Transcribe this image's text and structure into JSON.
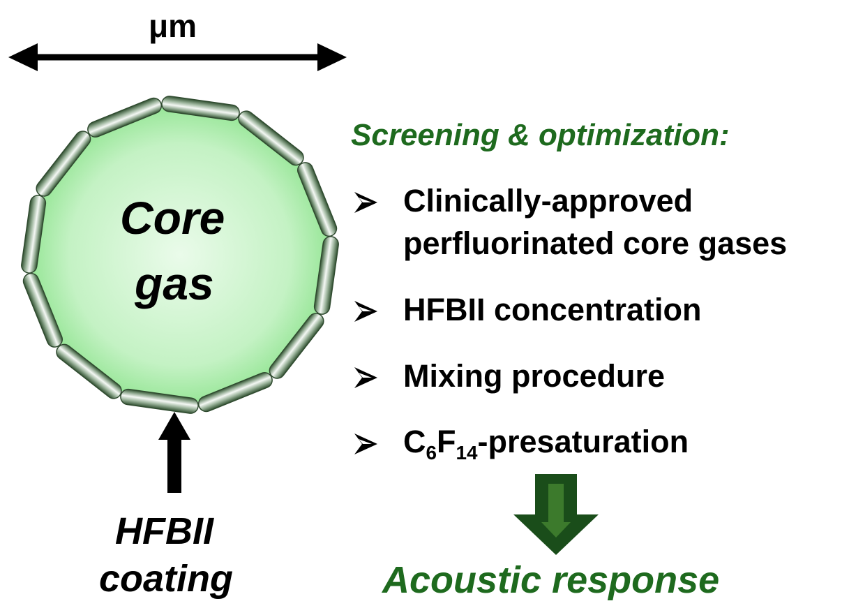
{
  "scale_label": "μm",
  "bubble": {
    "label_line1": "Core",
    "label_line2": "gas"
  },
  "coating": {
    "label_line1": "HFBII",
    "label_line2": "coating"
  },
  "heading": "Screening & optimization:",
  "items": [
    {
      "line1": "Clinically-approved",
      "line2": "perfluorinated core gases"
    },
    {
      "line1": "HFBII concentration"
    },
    {
      "line1": "Mixing procedure"
    },
    {
      "prefix": "C",
      "sub1": "6",
      "mid": "F",
      "sub2": "14",
      "suffix": "-presaturation"
    }
  ],
  "result": "Acoustic response",
  "colors": {
    "bubble_fill": "#bff0bf",
    "bubble_glow": "#8fe48f",
    "coating_dark": "#3d5d3d",
    "coating_light": "#eaf2ea",
    "heading_green": "#1e6a1e",
    "down_arrow": "#1a4d1a",
    "down_arrow_core": "#3c7a2c"
  },
  "icons": {
    "scale": "double-headed-arrow-icon",
    "pointer": "up-arrow-icon",
    "bullet": "arrowhead-bullet-icon",
    "result": "down-arrow-icon"
  }
}
